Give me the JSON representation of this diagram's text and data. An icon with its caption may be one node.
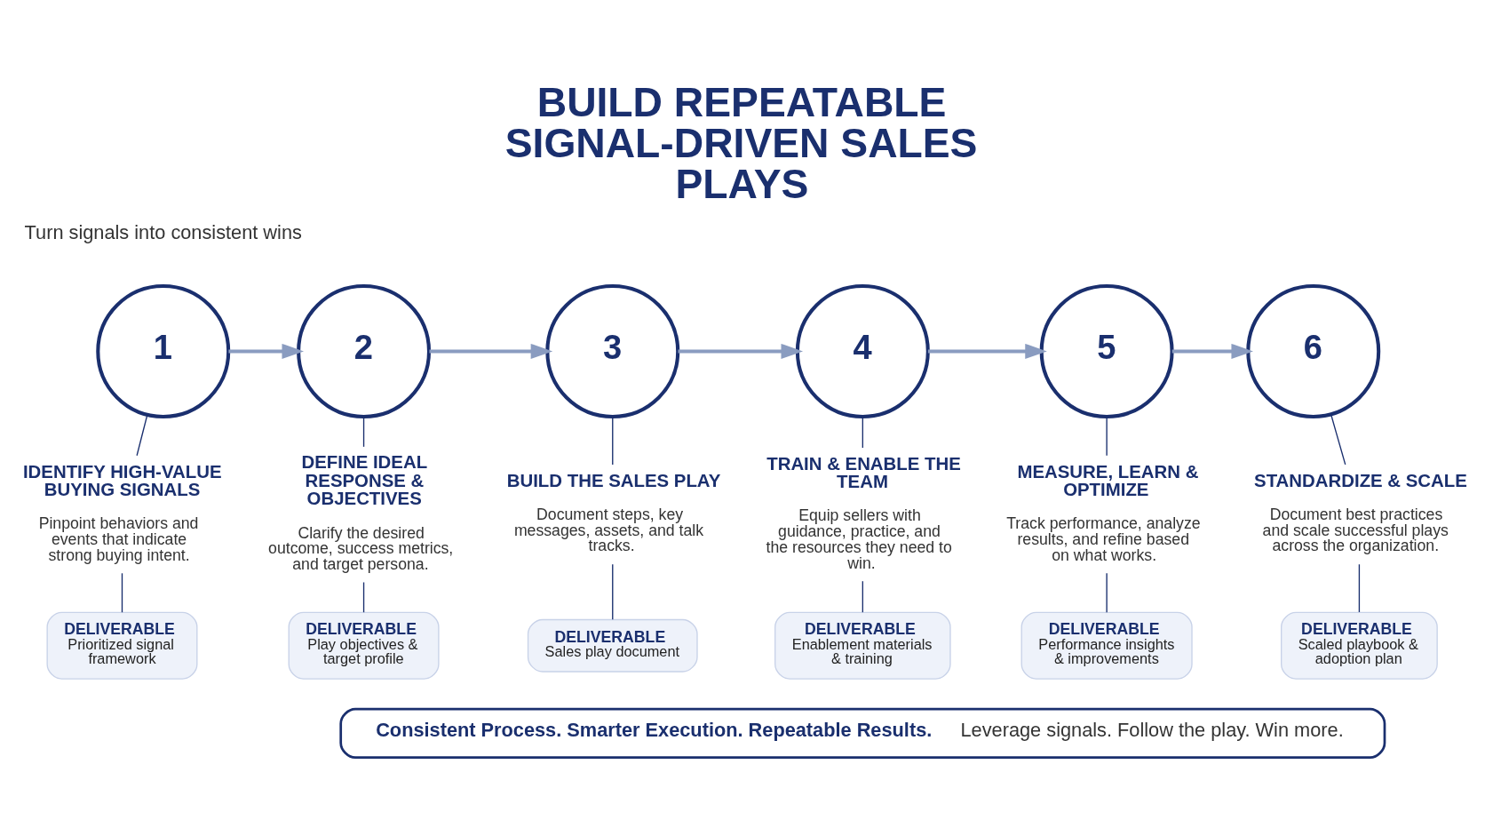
{
  "diagram": {
    "title": "BUILD REPEATABLE SIGNAL-DRIVEN SALES PLAYS",
    "nodes": [
      {
        "text": [
          "1"
        ]
      },
      {
        "text": [
          "2"
        ]
      },
      {
        "text": [
          "3"
        ]
      },
      {
        "text": [
          "4"
        ]
      },
      {
        "text": [
          "5"
        ]
      },
      {
        "text": [
          "6"
        ]
      },
      {
        "text": [
          "IDENTIFY HIGH-VALUE BUYING SIGNALS",
          "Pinpoint behaviors and events that indicate strong buying intent."
        ]
      },
      {
        "text": [
          "DEFINE IDEAL RESPONSE & OBJECTIVES",
          "Clarify the desired outcome, success metrics, and target persona."
        ]
      },
      {
        "text": [
          "BUILD THE SALES PLAY",
          "Document steps, key messages, assets, and talk tracks."
        ]
      },
      {
        "text": [
          "TRAIN & ENABLE THE TEAM",
          "Equip sellers with guidance, practice, and the resources they need to win."
        ]
      },
      {
        "text": [
          "MEASURE, LEARN & OPTIMIZE",
          "Track performance, analyze results, and refine based on what works."
        ]
      },
      {
        "text": [
          "STANDARDIZE & SCALE",
          "Document best practices and scale successful plays across the organization."
        ]
      },
      {
        "text": [
          "DELIVERABLE",
          "Prioritized signal framework"
        ]
      },
      {
        "text": [
          "DELIVERABLE",
          "Play objectives & target profile"
        ]
      },
      {
        "text": [
          "DELIVERABLE",
          "Sales play document"
        ]
      },
      {
        "text": [
          "DELIVERABLE",
          "Enablement materials & training"
        ]
      },
      {
        "text": [
          "DELIVERABLE",
          "Performance insights & improvements"
        ]
      },
      {
        "text": [
          "DELIVERABLE",
          "Scaled playbook & adoption plan"
        ]
      },
      {
        "text": [
          "Consistent Process. Smarter Execution. Repeatable Results.",
          "Leverage signals. Follow the play. Win more."
        ]
      }
    ],
    "edges": [
      {
        "from": 0,
        "to": 1,
        "arrow": "to",
        "style": "thick",
        "color": "#8a9cc0"
      },
      {
        "from": 1,
        "to": 2,
        "arrow": "to",
        "style": "thick",
        "color": "#8a9cc0"
      },
      {
        "from": 2,
        "to": 3,
        "arrow": "to",
        "style": "thick",
        "color": "#8a9cc0"
      },
      {
        "from": 3,
        "to": 4,
        "arrow": "to",
        "style": "thick",
        "color": "#8a9cc0"
      },
      {
        "from": 4,
        "to": 5,
        "arrow": "to",
        "style": "thick",
        "color": "#8a9cc0"
      },
      {
        "from": 0,
        "to": 6,
        "arrow": "none"
      },
      {
        "from": 1,
        "to": 7,
        "arrow": "none"
      },
      {
        "from": 2,
        "to": 8,
        "arrow": "none"
      },
      {
        "from": 3,
        "to": 9,
        "arrow": "none"
      },
      {
        "from": 4,
        "to": 10,
        "arrow": "none"
      },
      {
        "from": 5,
        "to": 11,
        "arrow": "none"
      },
      {
        "from": 6,
        "to": 12,
        "arrow": "none"
      },
      {
        "from": 7,
        "to": 13,
        "arrow": "none"
      },
      {
        "from": 8,
        "to": 14,
        "arrow": "none"
      },
      {
        "from": 9,
        "to": 15,
        "arrow": "none"
      },
      {
        "from": 10,
        "to": 16,
        "arrow": "none"
      },
      {
        "from": 11,
        "to": 17,
        "arrow": "none"
      }
    ],
    "labels": [
      "Turn signals into consistent wins"
    ]
  }
}
